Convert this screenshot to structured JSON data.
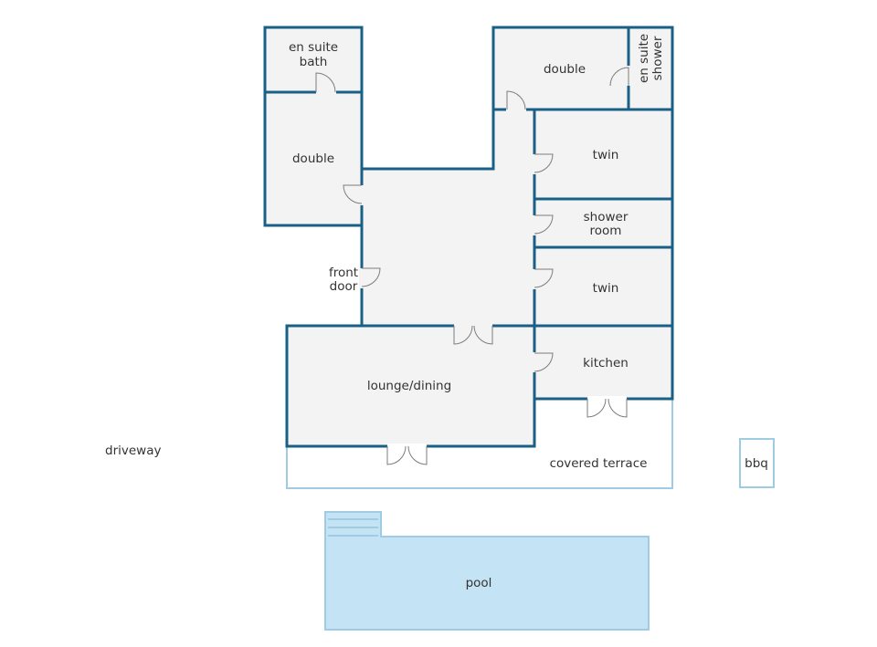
{
  "rooms": {
    "en_suite_bath": [
      "en suite",
      "bath"
    ],
    "double_left": "double",
    "double_right": "double",
    "en_suite_shower": [
      "en suite",
      "shower"
    ],
    "twin_upper": "twin",
    "shower_room": [
      "shower",
      "room"
    ],
    "twin_lower": "twin",
    "front_door": [
      "front",
      "door"
    ],
    "lounge_dining": "lounge/dining",
    "kitchen": "kitchen"
  },
  "outdoor": {
    "driveway": "driveway",
    "covered_terrace": "covered terrace",
    "bbq": "bbq",
    "pool": "pool"
  },
  "colors": {
    "wall": "#1a5f85",
    "room_fill": "#f3f3f3",
    "outline": "#9fcbe3",
    "pool": "#c4e3f4",
    "door": "#7d7d7d",
    "text": "#333333"
  }
}
